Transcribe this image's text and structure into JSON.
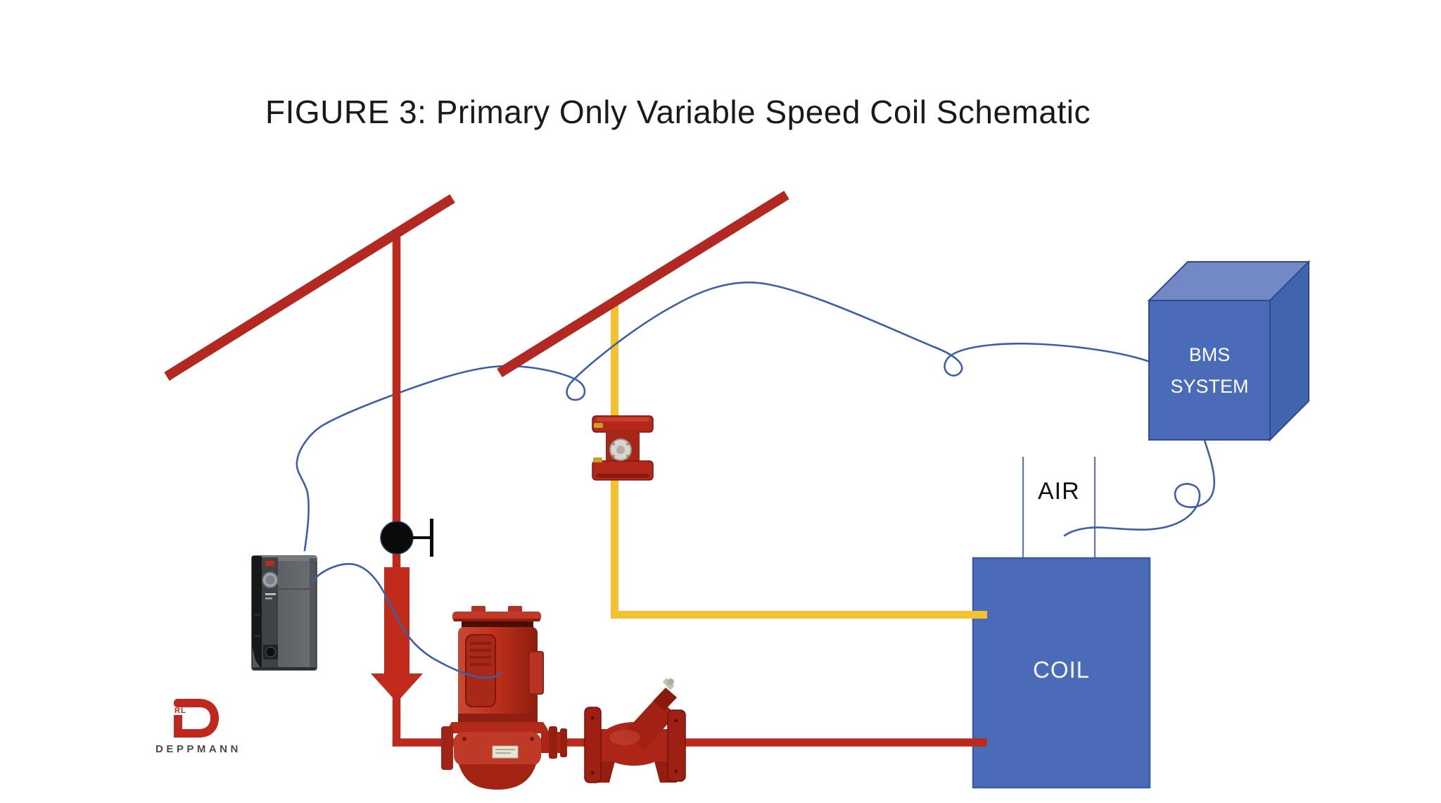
{
  "title": "FIGURE 3: Primary Only Variable Speed Coil Schematic",
  "bms": {
    "line1": "BMS",
    "line2": "SYSTEM"
  },
  "coil": {
    "label": "COIL"
  },
  "air": {
    "label": "AIR"
  },
  "logo": {
    "monogram_prefix": "RL",
    "company": "DEPPMANN"
  },
  "colors": {
    "pipe_red": "#BB2A1C",
    "pipe_red_dark": "#B32820",
    "pipe_yellow": "#F2C233",
    "wire_blue": "#3D5FA8",
    "air_line_blue": "#5B79B8",
    "box_blue_front": "#4A6CB8",
    "box_blue_top": "#7289C6",
    "box_blue_side": "#4164AE",
    "box_blue_border": "#2E4A8C",
    "valve_black": "#0A0A0A",
    "logo_red": "#C1271D",
    "title_black": "#1A1A1A"
  }
}
